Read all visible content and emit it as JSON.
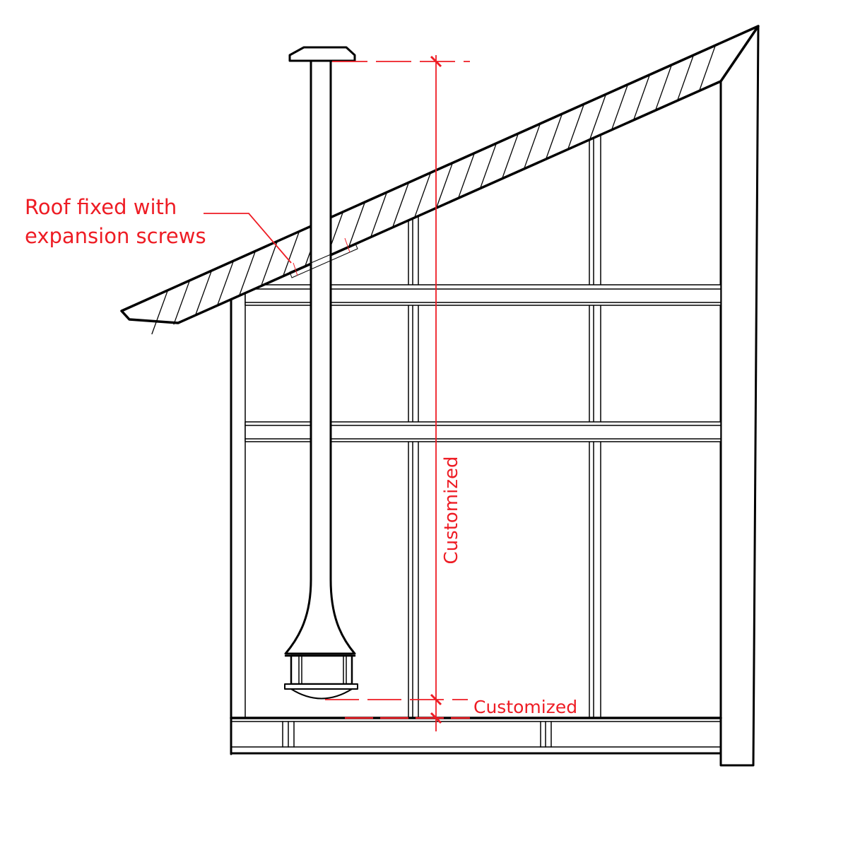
{
  "annotations": {
    "roof_note_line1": "Roof fixed with",
    "roof_note_line2": "expansion screws",
    "height_dimension": "Customized",
    "clearance_dimension": "Customized"
  },
  "colors": {
    "annotation": "#ee1c24",
    "line": "#000000"
  }
}
